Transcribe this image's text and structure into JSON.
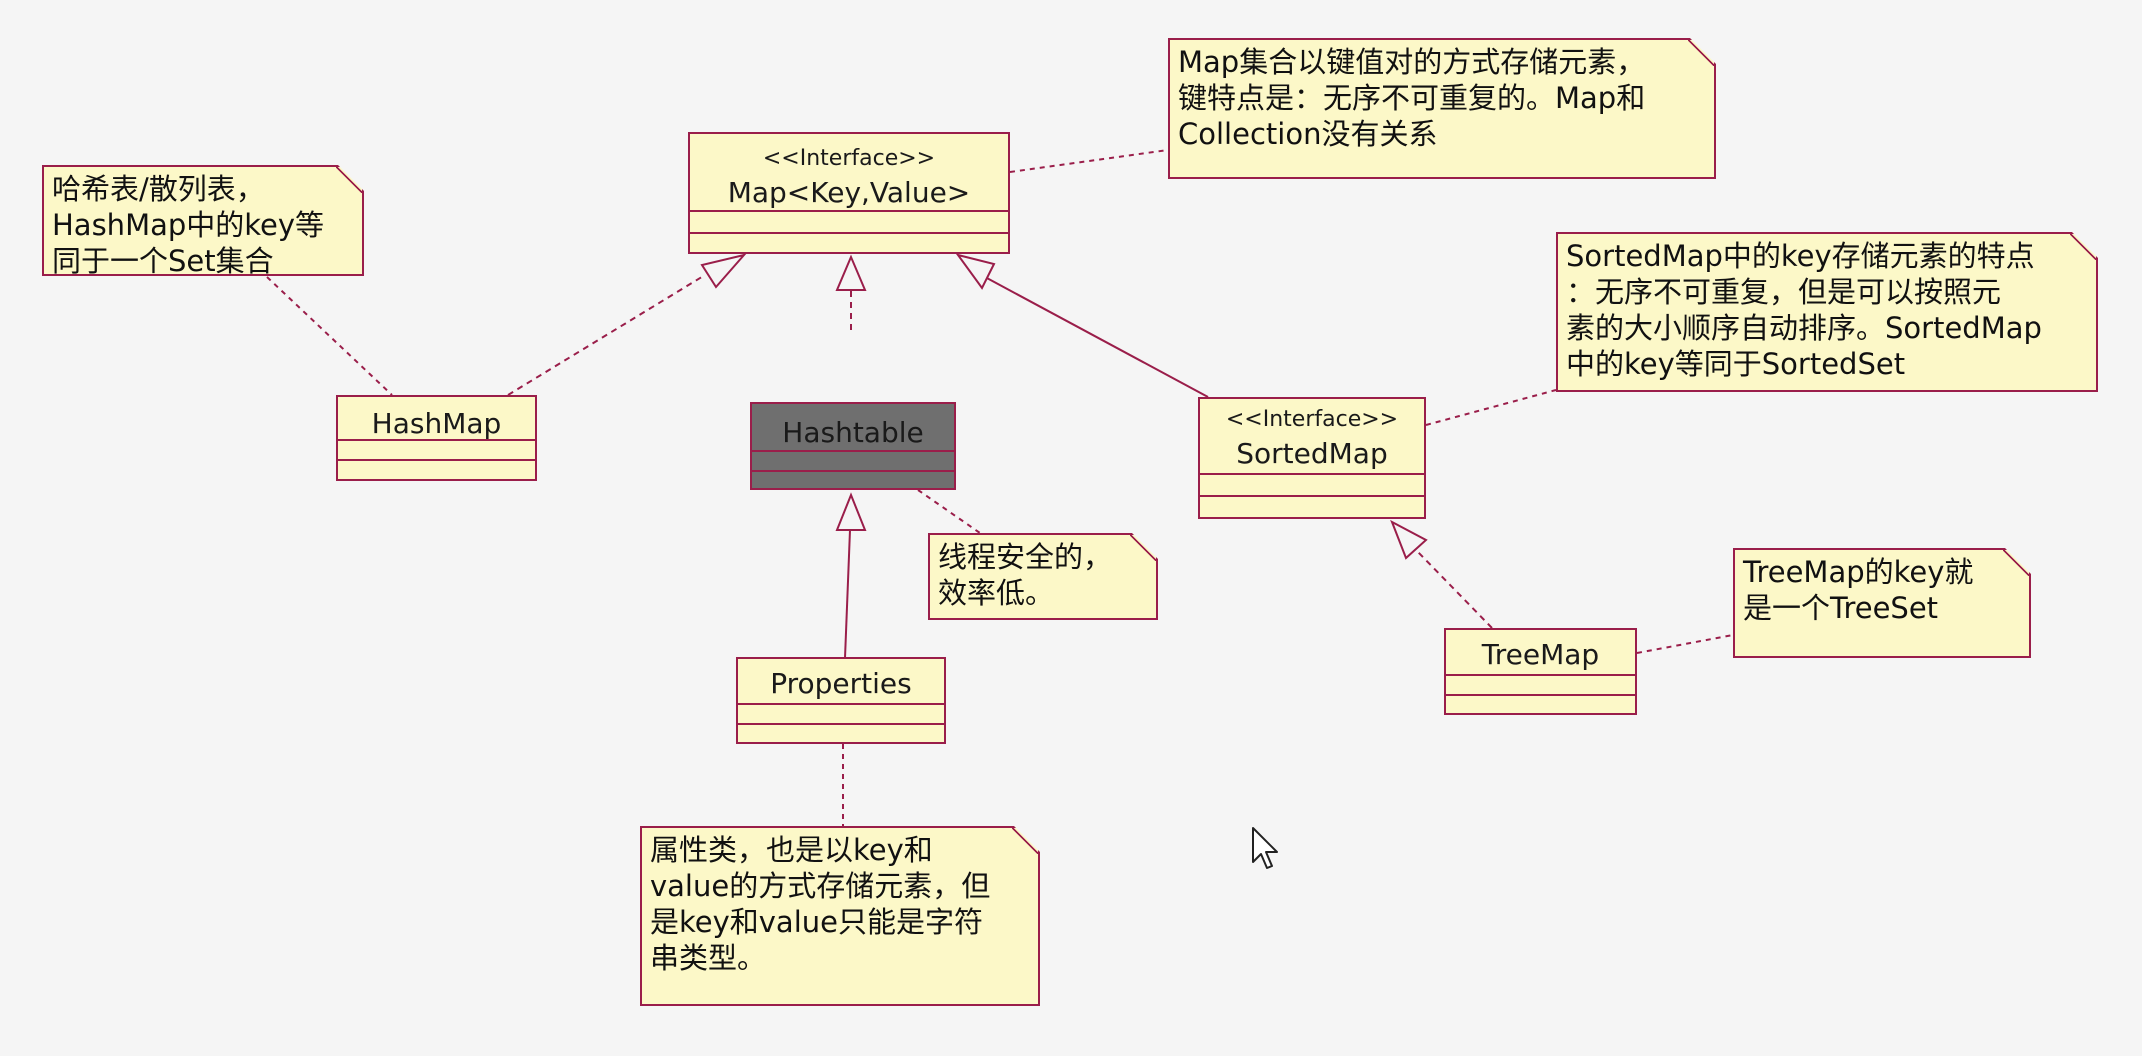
{
  "colors": {
    "border": "#9a1e4a",
    "fill": "#fcf8c8",
    "dark_fill": "#6f6f6f",
    "background": "#f5f5f5"
  },
  "classes": {
    "map": {
      "stereotype": "<<Interface>>",
      "name": "Map<Key,Value>"
    },
    "hashmap": {
      "name": "HashMap"
    },
    "hashtable": {
      "name": "Hashtable"
    },
    "properties": {
      "name": "Properties"
    },
    "sortedmap": {
      "stereotype": "<<Interface>>",
      "name": "SortedMap"
    },
    "treemap": {
      "name": "TreeMap"
    }
  },
  "notes": {
    "map_note": [
      "Map集合以键值对的方式存储元素，",
      "键特点是：无序不可重复的。Map和",
      "Collection没有关系"
    ],
    "hashmap_note": [
      "哈希表/散列表，",
      "HashMap中的key等",
      "同于一个Set集合"
    ],
    "sortedmap_note": [
      "SortedMap中的key存储元素的特点",
      "：无序不可重复，但是可以按照元",
      "素的大小顺序自动排序。SortedMap",
      "中的key等同于SortedSet"
    ],
    "hashtable_note": [
      "线程安全的，",
      "效率低。"
    ],
    "treemap_note": [
      "TreeMap的key就",
      "是一个TreeSet"
    ],
    "properties_note": [
      "属性类，也是以key和",
      "value的方式存储元素，但",
      "是key和value只能是字符",
      "串类型。"
    ]
  },
  "cursor_icon": "mouse-pointer-icon"
}
